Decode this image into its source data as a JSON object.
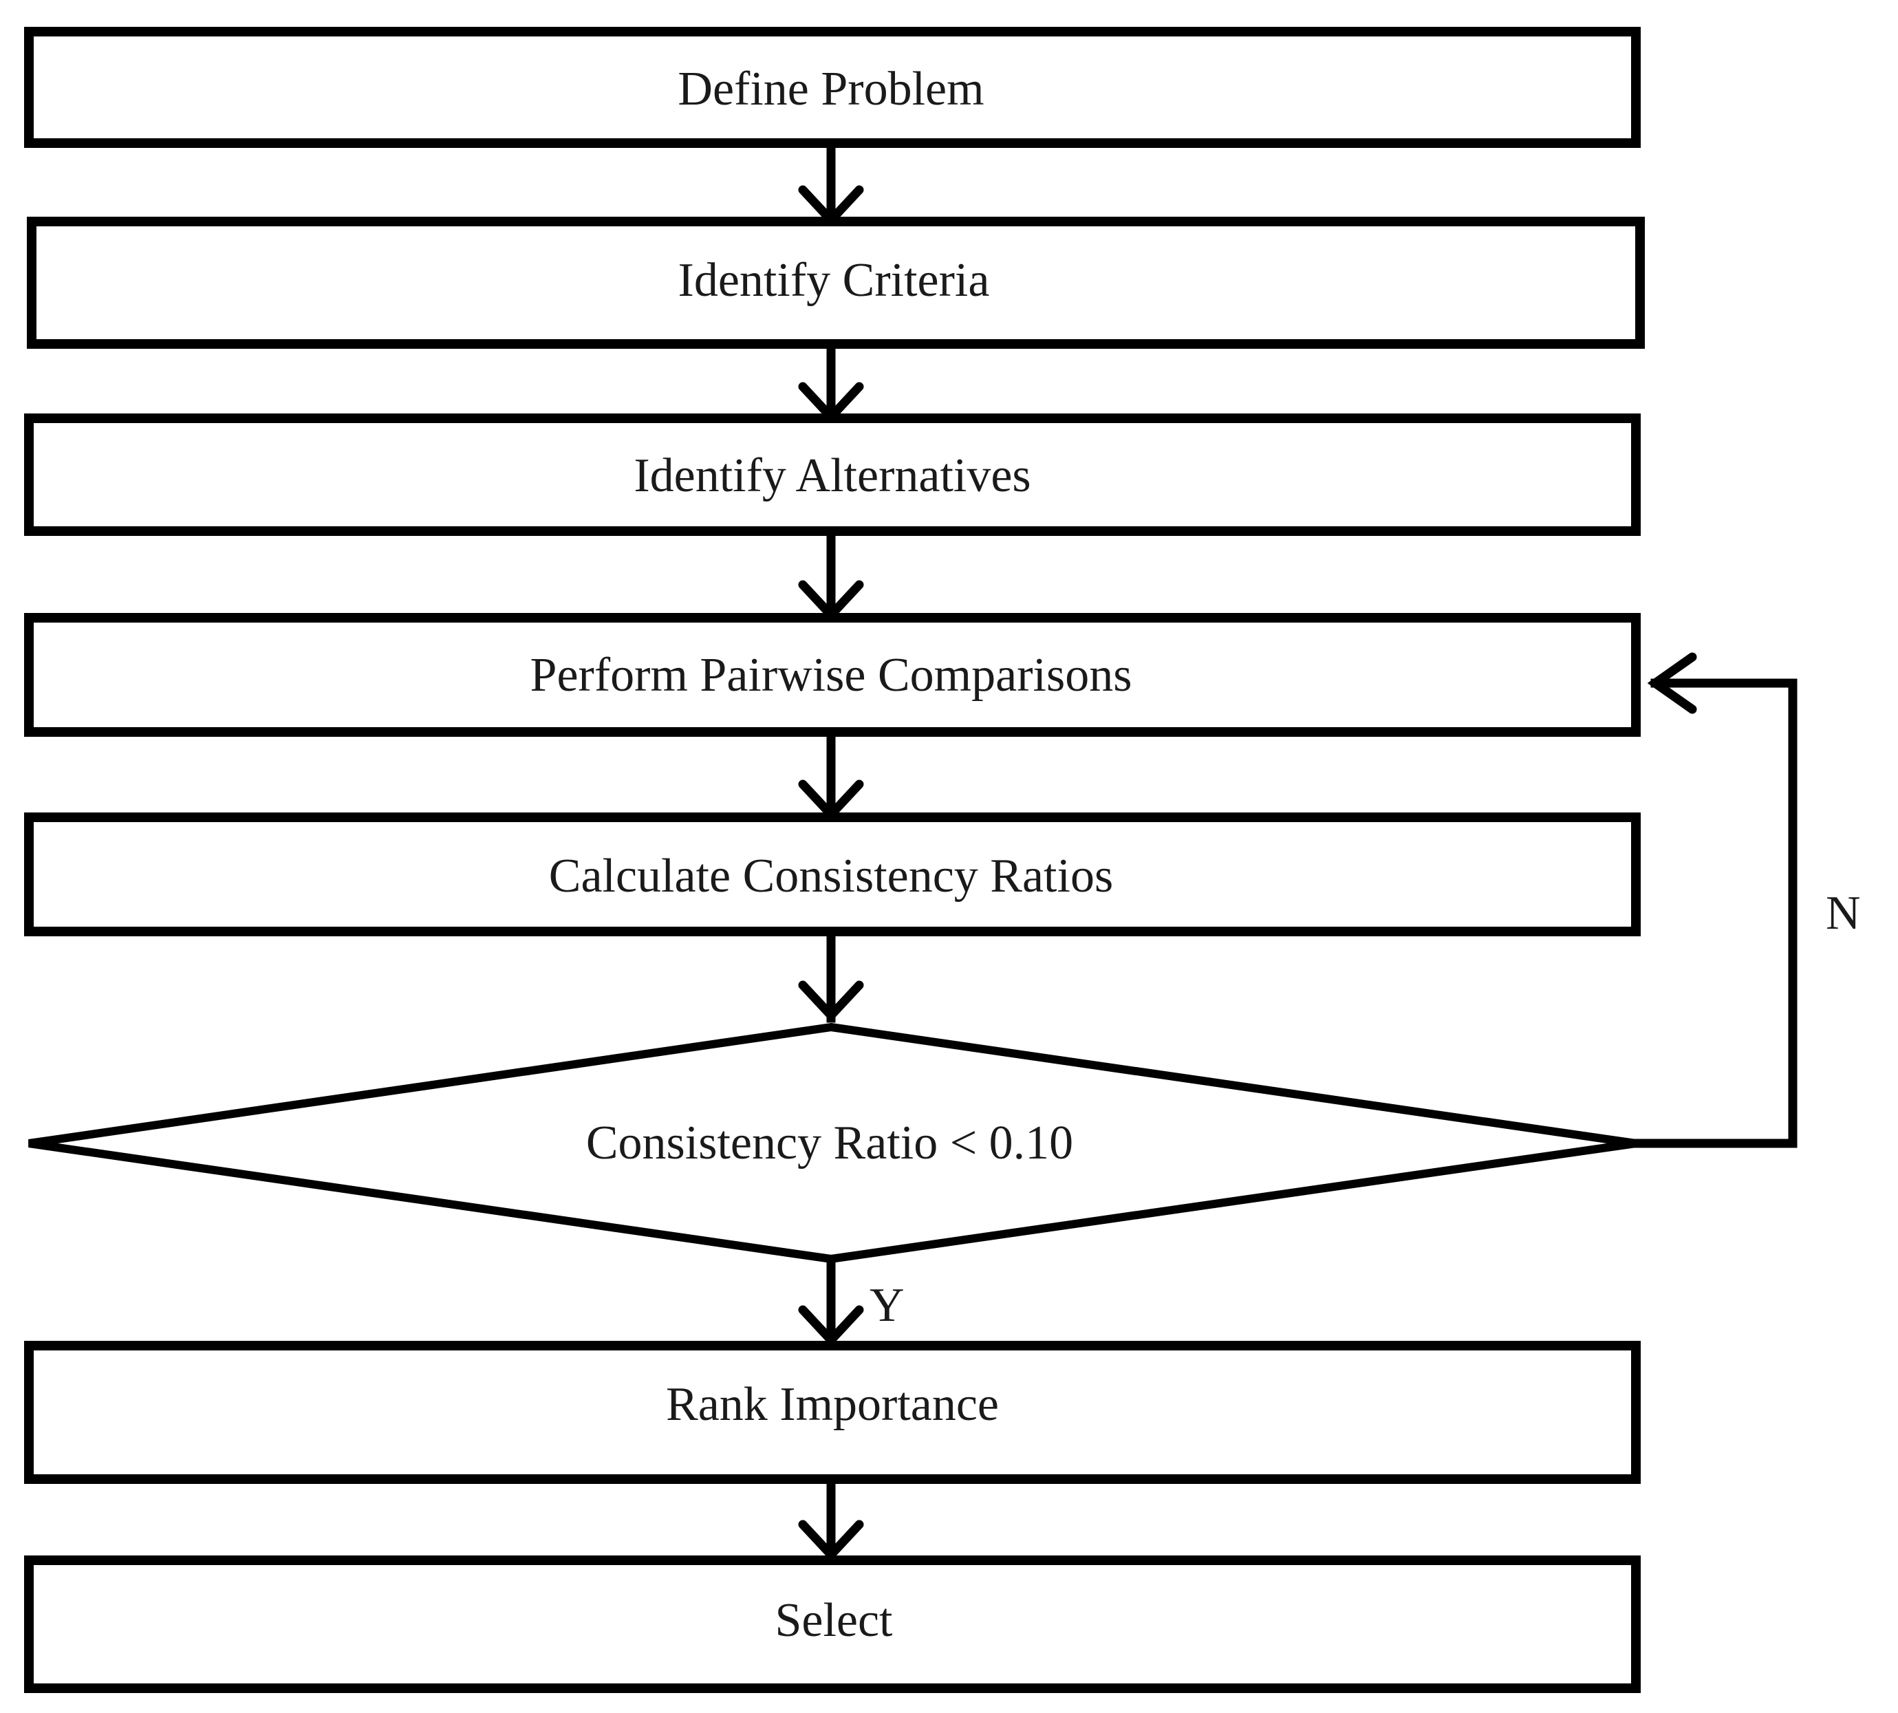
{
  "diagram": {
    "nodes": [
      {
        "id": "define-problem",
        "shape": "rect",
        "label": "Define Problem"
      },
      {
        "id": "identify-criteria",
        "shape": "rect",
        "label": "Identify Criteria"
      },
      {
        "id": "identify-alternatives",
        "shape": "rect",
        "label": "Identify Alternatives"
      },
      {
        "id": "pairwise-comparisons",
        "shape": "rect",
        "label": "Perform Pairwise Comparisons"
      },
      {
        "id": "calculate-ratios",
        "shape": "rect",
        "label": "Calculate Consistency Ratios"
      },
      {
        "id": "consistency-check",
        "shape": "diamond",
        "label": "Consistency Ratio < 0.10"
      },
      {
        "id": "rank-importance",
        "shape": "rect",
        "label": "Rank Importance"
      },
      {
        "id": "select",
        "shape": "rect",
        "label": "Select"
      }
    ],
    "edges": [
      {
        "from": "define-problem",
        "to": "identify-criteria",
        "label": ""
      },
      {
        "from": "identify-criteria",
        "to": "identify-alternatives",
        "label": ""
      },
      {
        "from": "identify-alternatives",
        "to": "pairwise-comparisons",
        "label": ""
      },
      {
        "from": "pairwise-comparisons",
        "to": "calculate-ratios",
        "label": ""
      },
      {
        "from": "calculate-ratios",
        "to": "consistency-check",
        "label": ""
      },
      {
        "from": "consistency-check",
        "to": "rank-importance",
        "label": "Y"
      },
      {
        "from": "consistency-check",
        "to": "pairwise-comparisons",
        "label": "N"
      },
      {
        "from": "rank-importance",
        "to": "select",
        "label": ""
      }
    ],
    "colors": {
      "stroke": "#000000",
      "fill": "#ffffff",
      "text": "#1a1a1a"
    }
  }
}
